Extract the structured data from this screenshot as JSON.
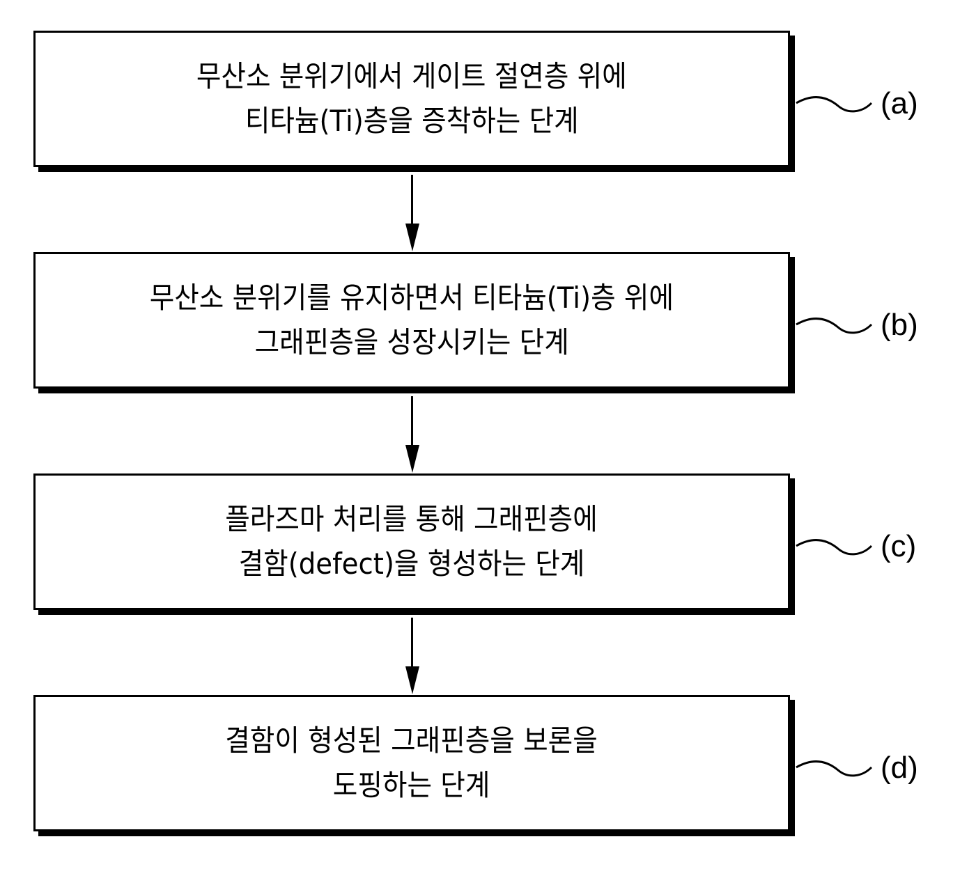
{
  "diagram": {
    "type": "flowchart",
    "direction": "top-to-bottom",
    "steps": [
      {
        "id": "a",
        "label": "(a)",
        "lines": [
          "무산소 분위기에서 게이트 절연층 위에",
          "티타늄(Ti)층을 증착하는 단계"
        ]
      },
      {
        "id": "b",
        "label": "(b)",
        "lines": [
          "무산소 분위기를 유지하면서 티타늄(Ti)층 위에",
          "그래핀층을 성장시키는 단계"
        ]
      },
      {
        "id": "c",
        "label": "(c)",
        "lines": [
          "플라즈마 처리를 통해 그래핀층에",
          "결함(defect)을 형성하는 단계"
        ]
      },
      {
        "id": "d",
        "label": "(d)",
        "lines": [
          "결함이 형성된 그래핀층을 보론을",
          "도핑하는 단계"
        ]
      }
    ],
    "connections": [
      {
        "from": "a",
        "to": "b"
      },
      {
        "from": "b",
        "to": "c"
      },
      {
        "from": "c",
        "to": "d"
      }
    ],
    "colors": {
      "stroke": "#000000",
      "fill": "#ffffff",
      "text": "#000000"
    }
  }
}
